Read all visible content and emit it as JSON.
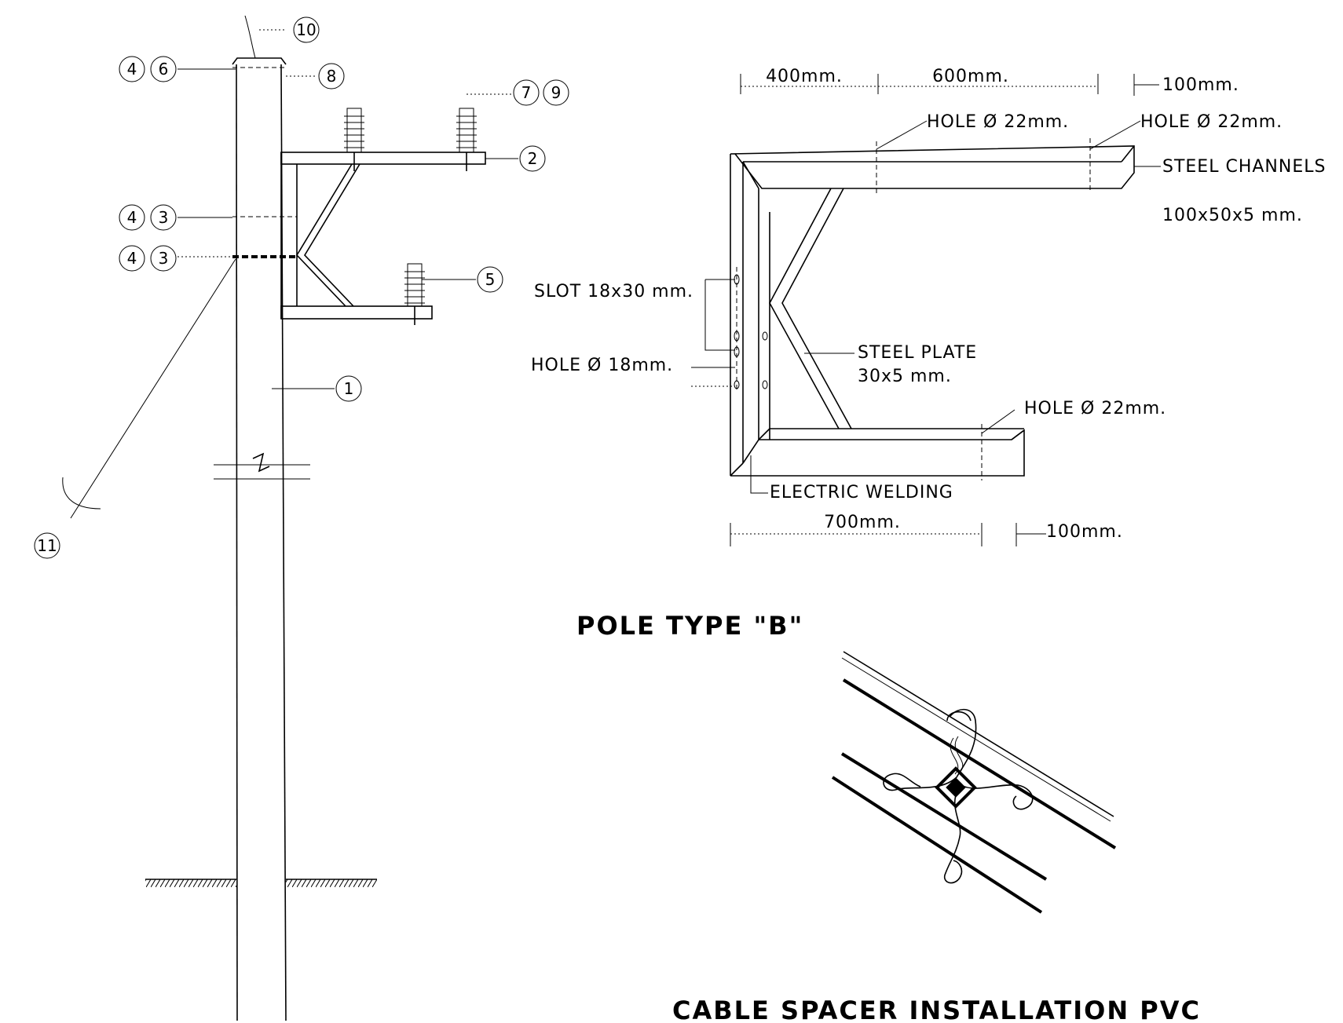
{
  "callouts": {
    "c1": "1",
    "c2": "2",
    "c3a": "3",
    "c3b": "3",
    "c4a": "4",
    "c4b": "4",
    "c4c": "4",
    "c5": "5",
    "c6": "6",
    "c7": "7",
    "c8": "8",
    "c9": "9",
    "c10": "10",
    "c11": "11"
  },
  "dimensions": {
    "top_400": "400mm.",
    "top_600": "600mm.",
    "top_100": "100mm.",
    "bottom_700": "700mm.",
    "bottom_100": "100mm."
  },
  "labels": {
    "hole_top_left": "HOLE Ø 22mm.",
    "hole_top_right": "HOLE Ø 22mm.",
    "steel_channels_1": "STEEL CHANNELS",
    "steel_channels_2": "100x50x5 mm.",
    "slot": "SLOT 18x30 mm.",
    "hole_18": "HOLE Ø 18mm.",
    "steel_plate_1": "STEEL PLATE",
    "steel_plate_2": "30x5 mm.",
    "hole_bottom": "HOLE Ø 22mm.",
    "welding": "ELECTRIC WELDING"
  },
  "titles": {
    "pole_type": "POLE TYPE \"B\"",
    "cable_spacer": "CABLE SPACER INSTALLATION PVC"
  }
}
